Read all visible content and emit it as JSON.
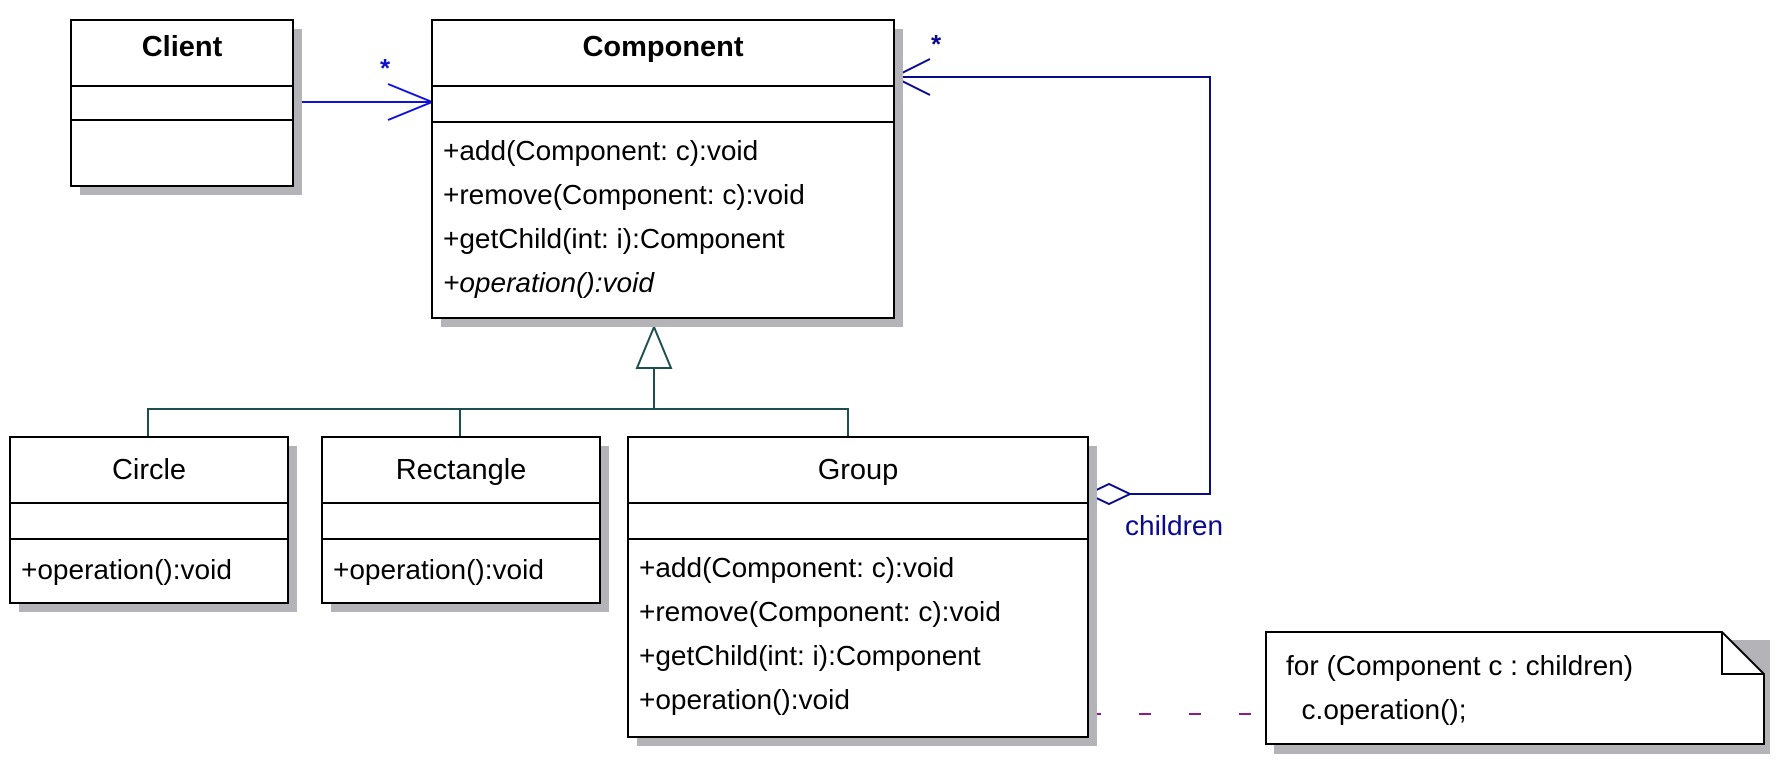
{
  "classes": {
    "client": {
      "name": "Client",
      "operations": []
    },
    "component": {
      "name": "Component",
      "operations": [
        {
          "text": "+add(Component: c):void"
        },
        {
          "text": "+remove(Component: c):void"
        },
        {
          "text": "+getChild(int: i):Component"
        },
        {
          "text": "+operation():void",
          "abstract": true
        }
      ]
    },
    "circle": {
      "name": "Circle",
      "operations": [
        {
          "text": "+operation():void"
        }
      ]
    },
    "rectangle": {
      "name": "Rectangle",
      "operations": [
        {
          "text": "+operation():void"
        }
      ]
    },
    "group": {
      "name": "Group",
      "operations": [
        {
          "text": "+add(Component: c):void"
        },
        {
          "text": "+remove(Component: c):void"
        },
        {
          "text": "+getChild(int: i):Component"
        },
        {
          "text": "+operation():void"
        }
      ]
    }
  },
  "associations": {
    "client_to_component_multiplicity": "*",
    "children_multiplicity": "*",
    "children_role": "children"
  },
  "note": {
    "line1": "for (Component c : children)",
    "line2": "  c.operation();"
  },
  "colors": {
    "association": "#1010dd",
    "aggregation": "#0a0a8c",
    "generalization": "#1e4d4d",
    "note_link": "#8b1a8b",
    "shadow": "#b4b4b8"
  }
}
